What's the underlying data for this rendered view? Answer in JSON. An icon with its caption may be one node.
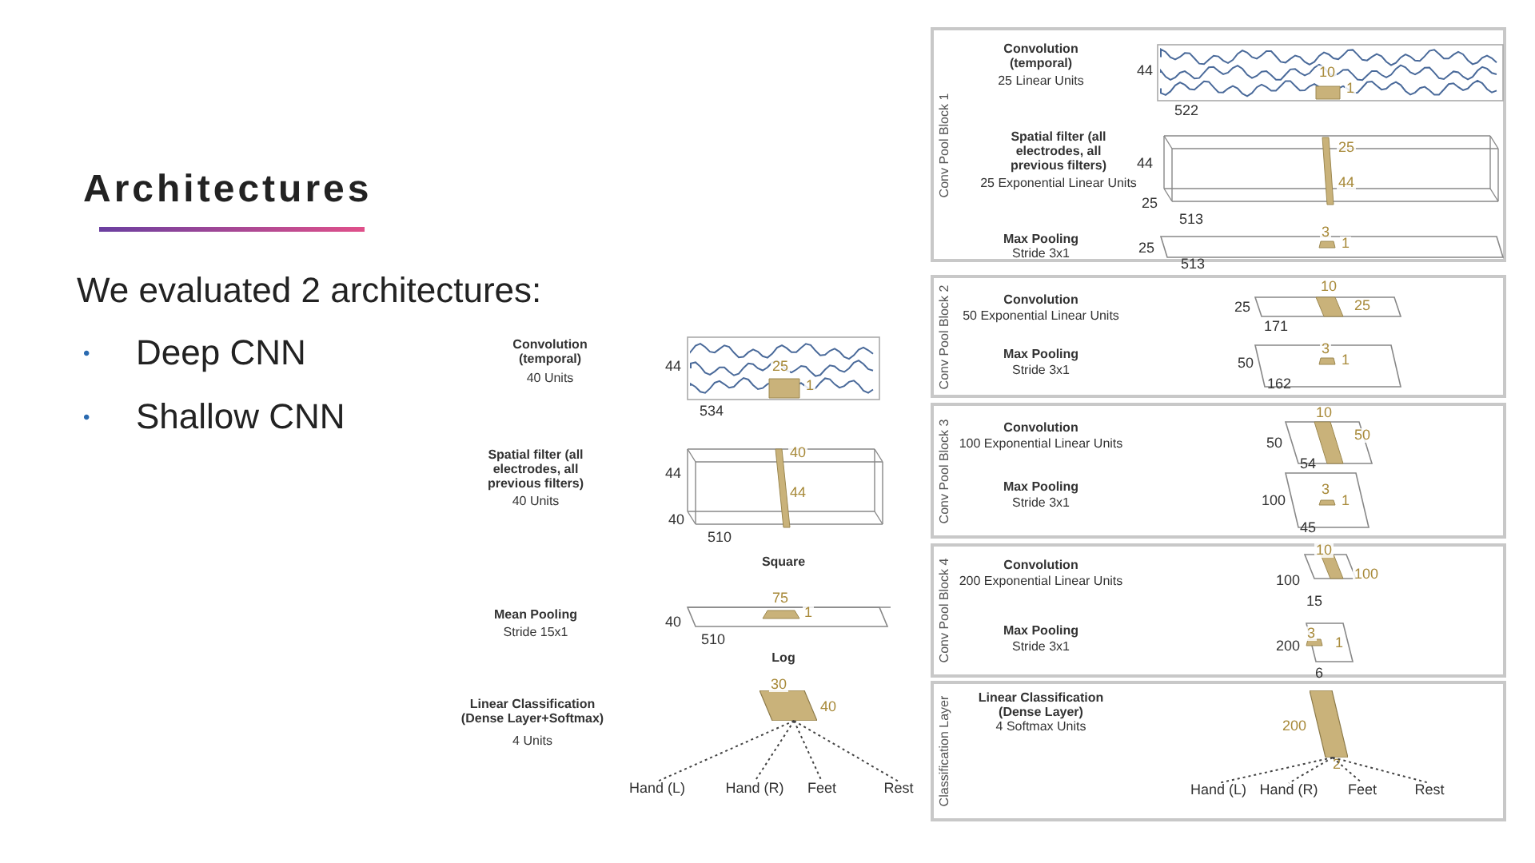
{
  "diagram": {
    "title": "Architectures",
    "nodes": [
      {
        "text": [],
        "shape": "parallelogram",
        "beside": [
          "30",
          "40"
        ]
      },
      {
        "text": [
          "Hand (L)"
        ]
      },
      {
        "text": [
          "Hand (R)"
        ]
      },
      {
        "text": [
          "Feet"
        ]
      },
      {
        "text": [
          "Rest"
        ]
      },
      {
        "text": [
          "Conv Pool Block 1"
        ]
      },
      {
        "text": [
          "Conv Pool Block 2"
        ]
      },
      {
        "text": [
          "Conv Pool Block 3"
        ]
      },
      {
        "text": [
          "Conv Pool Block 4"
        ]
      },
      {
        "text": [
          "Classification Layer"
        ]
      },
      {
        "text": [],
        "shape": "parallelogram",
        "in": 9,
        "beside": [
          "200",
          "2"
        ]
      },
      {
        "text": [
          "Hand (L)"
        ],
        "in": 9
      },
      {
        "text": [
          "Hand (R)"
        ],
        "in": 9
      },
      {
        "text": [
          "Feet"
        ],
        "in": 9
      },
      {
        "text": [
          "Rest"
        ],
        "in": 9
      }
    ],
    "edges": [
      {
        "from": 0,
        "to": 1,
        "arrow": "none",
        "style": "dashed"
      },
      {
        "from": 0,
        "to": 2,
        "arrow": "none",
        "style": "dashed"
      },
      {
        "from": 0,
        "to": 3,
        "arrow": "none",
        "style": "dashed"
      },
      {
        "from": 0,
        "to": 4,
        "arrow": "none",
        "style": "dashed"
      },
      {
        "from": 10,
        "to": 11,
        "arrow": "none",
        "style": "dashed"
      },
      {
        "from": 10,
        "to": 12,
        "arrow": "none",
        "style": "dashed"
      },
      {
        "from": 10,
        "to": 13,
        "arrow": "none",
        "style": "dashed"
      },
      {
        "from": 10,
        "to": 14,
        "arrow": "none",
        "style": "dashed"
      }
    ],
    "labels": [
      "We evaluated 2 architectures:",
      "•",
      "Deep CNN",
      "•",
      "Shallow CNN",
      "Convolution (temporal)",
      "40 Units",
      "44",
      "25",
      "1",
      "534",
      "Spatial filter (all electrodes, all previous filters)",
      "40 Units",
      "44",
      "40",
      "44",
      "40",
      "510",
      "Square",
      "Mean Pooling",
      "Stride 15x1",
      "75",
      "1",
      "40",
      "510",
      "Log",
      "Linear Classification (Dense Layer+Softmax)",
      "4 Units",
      "Convolution (temporal)",
      "25 Linear Units",
      "44",
      "10",
      "1",
      "522",
      "Spatial filter (all electrodes, all previous filters)",
      "25 Exponential Linear Units",
      "44",
      "25",
      "44",
      "25",
      "513",
      "Max Pooling",
      "Stride 3x1",
      "3",
      "1",
      "25",
      "513",
      "Convolution",
      "50 Exponential Linear Units",
      "10",
      "25",
      "25",
      "171",
      "Max Pooling",
      "Stride 3x1",
      "3",
      "1",
      "50",
      "162",
      "Convolution",
      "100 Exponential Linear Units",
      "10",
      "50",
      "50",
      "54",
      "Max Pooling",
      "Stride 3x1",
      "3",
      "1",
      "100",
      "45",
      "Convolution",
      "200 Exponential Linear Units",
      "10",
      "100",
      "100",
      "15",
      "Max Pooling",
      "Stride 3x1",
      "3",
      "1",
      "200",
      "6",
      "Linear Classification (Dense Layer)",
      "4 Softmax Units"
    ]
  }
}
